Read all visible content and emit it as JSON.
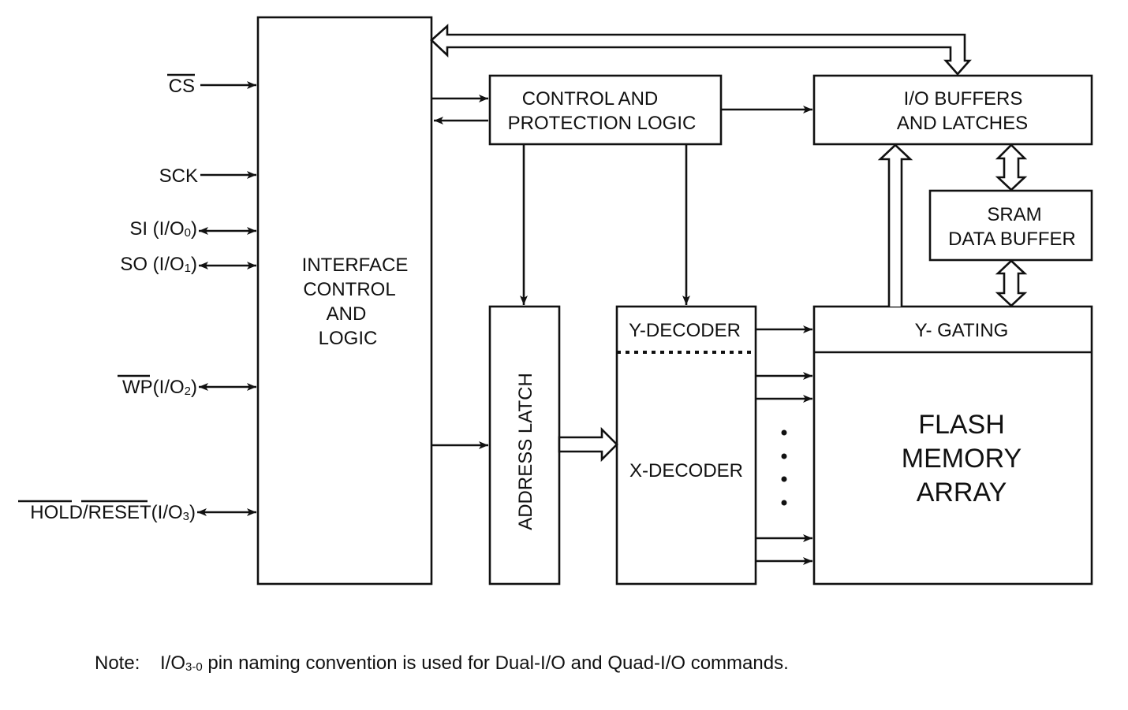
{
  "pins": {
    "cs": "CS",
    "sck": "SCK",
    "si": {
      "name": "SI (I/O",
      "sub": "0",
      "close": ")"
    },
    "so": {
      "name": "SO (I/O",
      "sub": "1",
      "close": ")"
    },
    "wp": {
      "name": "WP",
      "tail": "(I/O",
      "sub": "2",
      "close": ")"
    },
    "hold": {
      "name1": "HOLD",
      "slash": "/",
      "name2": "RESET",
      "tail": "(I/O",
      "sub": "3",
      "close": ")"
    }
  },
  "blocks": {
    "interface": [
      "INTERFACE",
      "CONTROL",
      "AND",
      "LOGIC"
    ],
    "control": [
      "CONTROL AND",
      "PROTECTION LOGIC"
    ],
    "io_buffers": [
      "I/O BUFFERS",
      "AND LATCHES"
    ],
    "sram": [
      "SRAM",
      "DATA BUFFER"
    ],
    "address_latch": "ADDRESS  LATCH",
    "y_decoder": "Y-DECODER",
    "x_decoder": "X-DECODER",
    "y_gating": "Y- GATING",
    "flash": [
      "FLASH",
      "MEMORY",
      "ARRAY"
    ]
  },
  "note": {
    "label": "Note:",
    "io": "I/O",
    "sub": "3-0",
    "text": " pin naming convention is used for Dual-I/O and Quad-I/O commands."
  }
}
